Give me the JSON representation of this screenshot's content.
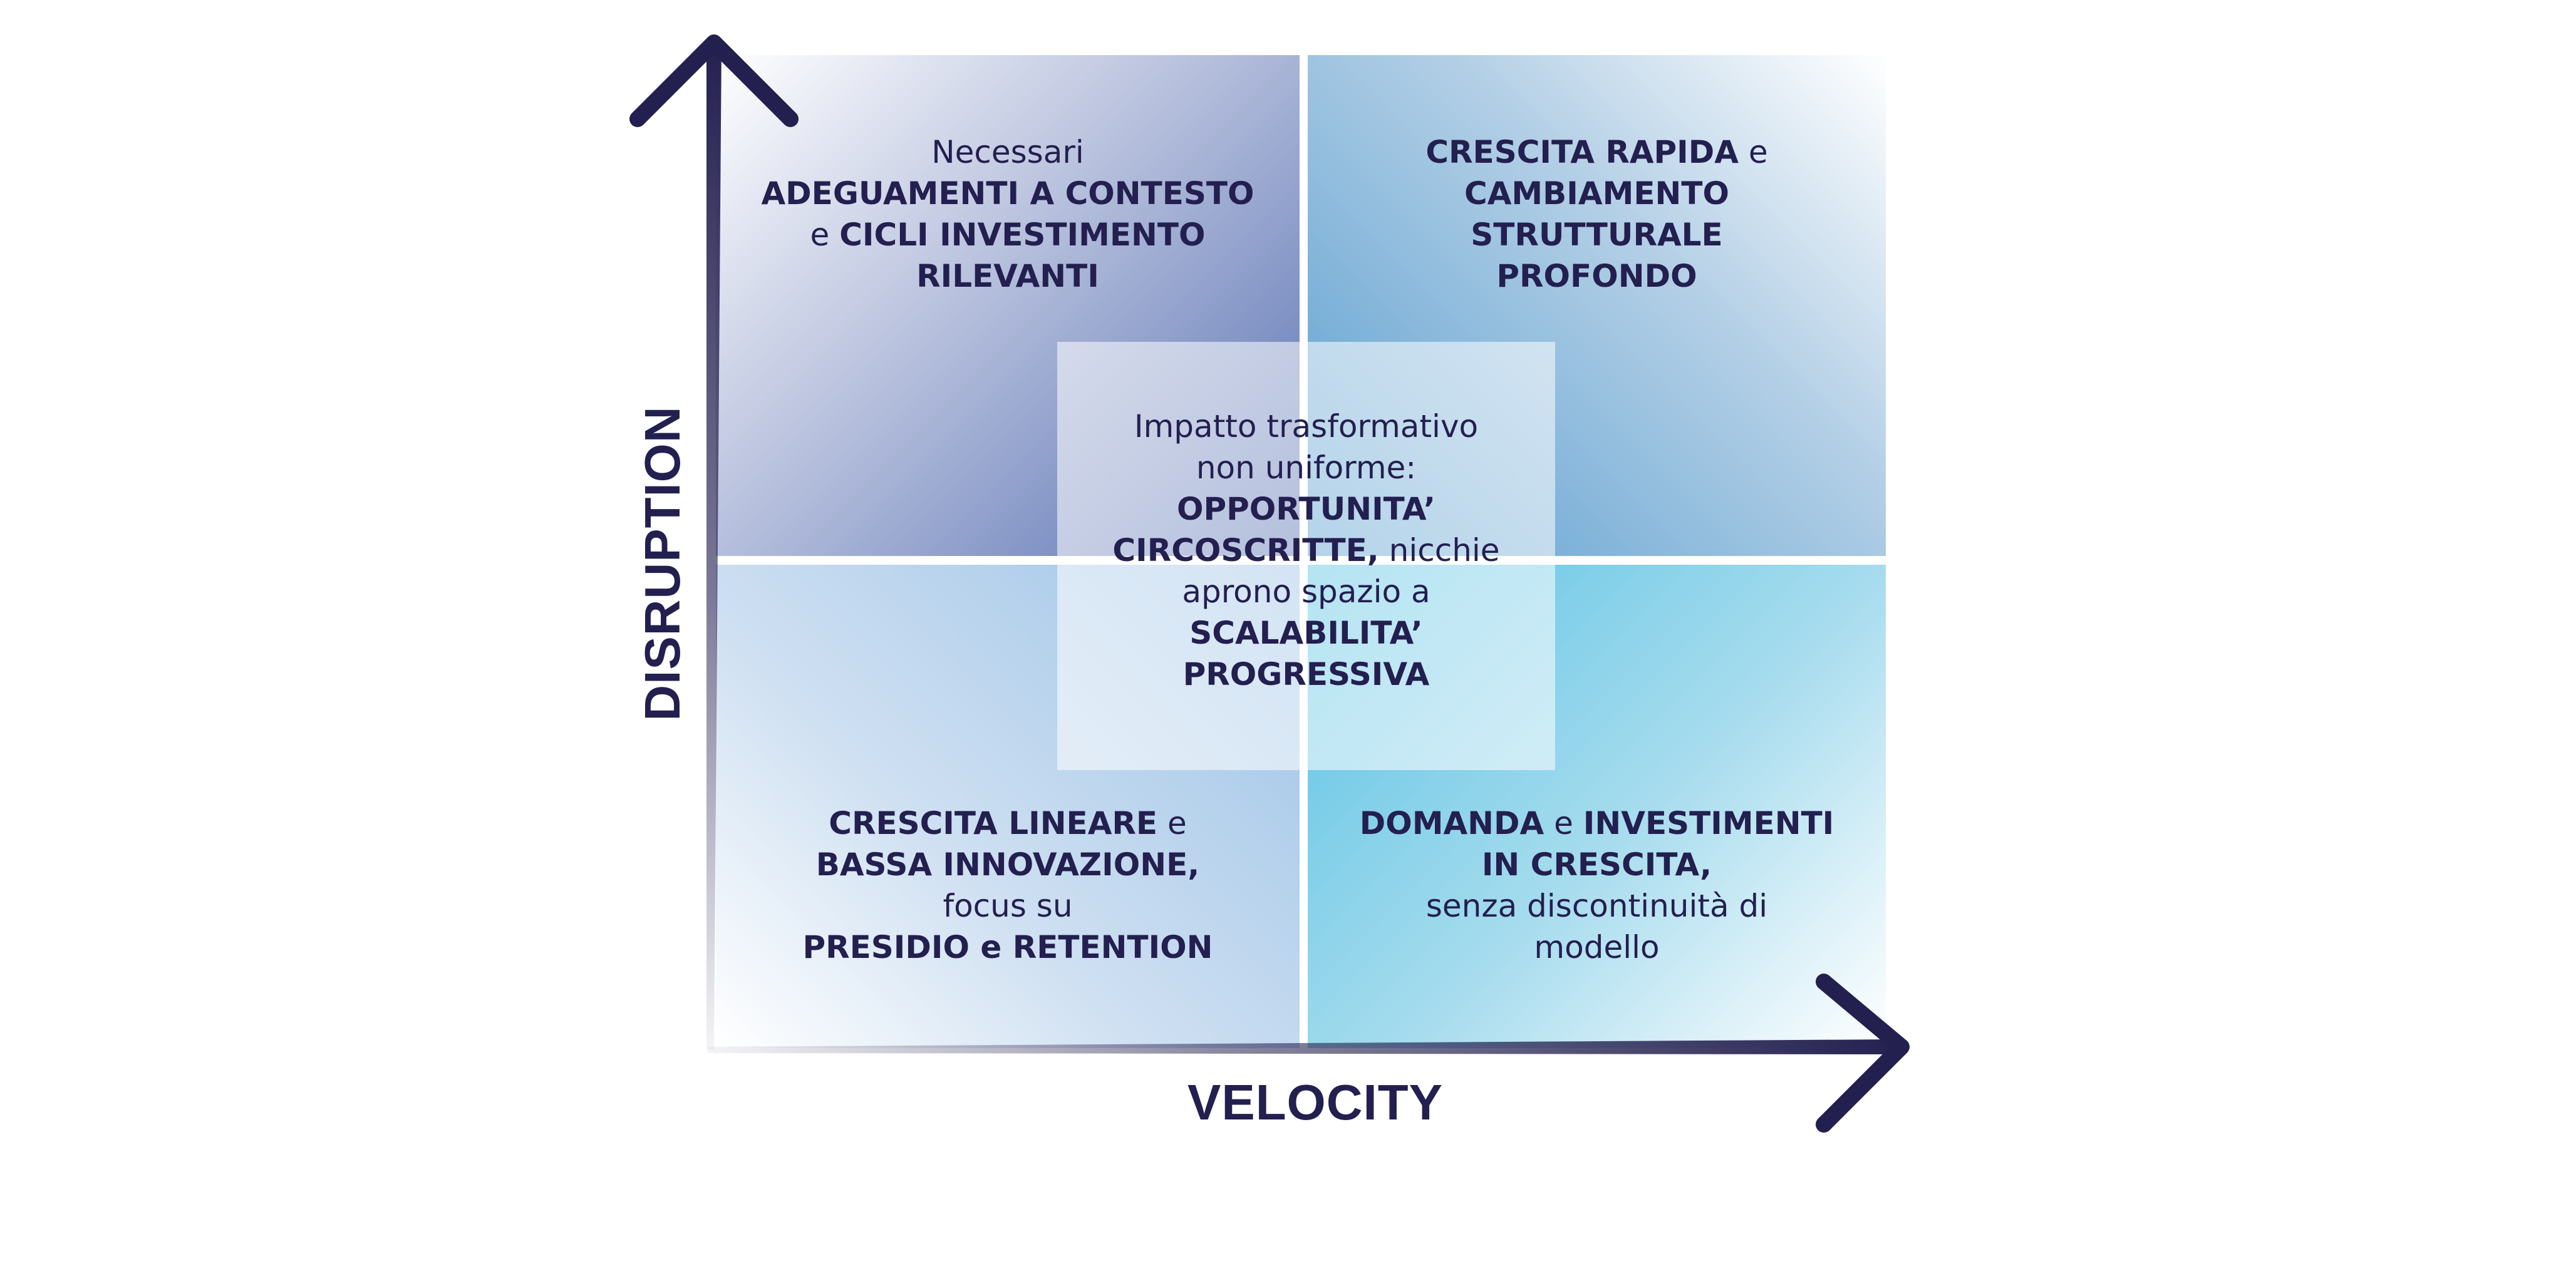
{
  "axes": {
    "x_label": "VELOCITY",
    "y_label": "DISRUPTION",
    "color": "#231f4f"
  },
  "quadrants": {
    "top_left": {
      "line1": "Necessari",
      "line2": "ADEGUAMENTI A CONTESTO",
      "line3_e": "e",
      "line3_bold": "CICLI INVESTIMENTO",
      "line4": "RILEVANTI"
    },
    "top_right": {
      "line1_bold": "CRESCITA RAPIDA",
      "line1_e": "e",
      "line2": "CAMBIAMENTO",
      "line3": "STRUTTURALE",
      "line4": "PROFONDO"
    },
    "bottom_left": {
      "line1_bold": "CRESCITA LINEARE",
      "line1_e": "e",
      "line2": "BASSA INNOVAZIONE,",
      "line3": "focus su",
      "line4": "PRESIDIO e RETENTION"
    },
    "bottom_right": {
      "line1_bold_a": "DOMANDA",
      "line1_e": "e",
      "line1_bold_b": "INVESTIMENTI",
      "line2": "IN CRESCITA,",
      "line3": "senza discontinuità di",
      "line4": "modello"
    }
  },
  "center": {
    "line1": "Impatto trasformativo",
    "line2": "non uniforme:",
    "line3": "OPPORTUNITA’",
    "line4_bold": "CIRCOSCRITTE,",
    "line4_rest": "nicchie",
    "line5": "aprono spazio a",
    "line6": "SCALABILITA’",
    "line7": "PROGRESSIVA"
  }
}
